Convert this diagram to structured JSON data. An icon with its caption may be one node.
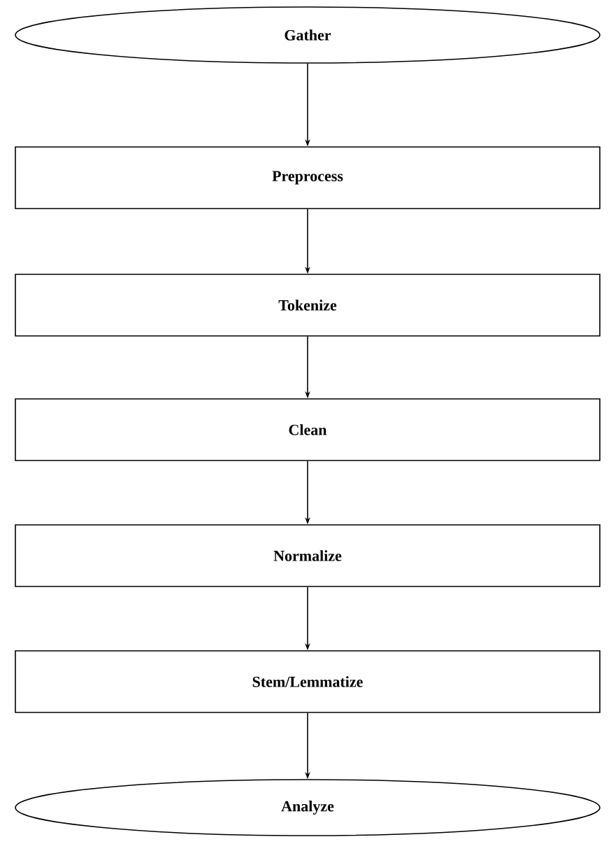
{
  "diagram": {
    "nodes": [
      {
        "text": [
          "Gather"
        ]
      },
      {
        "text": [
          "Preprocess"
        ]
      },
      {
        "text": [
          "Tokenize"
        ]
      },
      {
        "text": [
          "Clean"
        ]
      },
      {
        "text": [
          "Normalize"
        ]
      },
      {
        "text": [
          "Stem/Lemmatize"
        ]
      },
      {
        "text": [
          "Analyze"
        ]
      }
    ],
    "edges": [
      {
        "from": 0,
        "to": 1,
        "arrow": "to"
      },
      {
        "from": 1,
        "to": 2,
        "arrow": "to"
      },
      {
        "from": 2,
        "to": 3,
        "arrow": "to"
      },
      {
        "from": 3,
        "to": 4,
        "arrow": "to"
      },
      {
        "from": 4,
        "to": 5,
        "arrow": "to"
      },
      {
        "from": 5,
        "to": 6,
        "arrow": "to"
      }
    ]
  }
}
